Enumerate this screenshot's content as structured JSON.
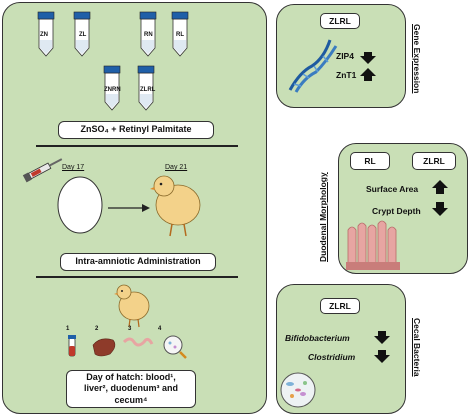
{
  "left": {
    "tubes": [
      "ZN",
      "ZL",
      "RN",
      "RL",
      "ZNRN",
      "ZLRL"
    ],
    "treatment_label": "ZnSO₄ + Retinyl Palmitate",
    "day17": "Day 17",
    "day21": "Day 21",
    "administration_label": "Intra-amniotic Administration",
    "hatch_line1": "Day of hatch: blood¹,",
    "hatch_line2": "liver², duodenum³ and",
    "hatch_line3": "cecum⁴"
  },
  "gene": {
    "title": "Gene Expression",
    "group": "ZLRL",
    "items": [
      {
        "name": "ZIP4",
        "direction": "down"
      },
      {
        "name": "ZnT1",
        "direction": "up"
      }
    ]
  },
  "duodenal": {
    "title": "Duodenal Morphology",
    "groups": [
      "RL",
      "ZLRL"
    ],
    "items": [
      {
        "name": "Surface Area",
        "direction": "up"
      },
      {
        "name": "Crypt Depth",
        "direction": "down"
      }
    ]
  },
  "cecal": {
    "title": "Cecal Bacteria",
    "group": "ZLRL",
    "items": [
      {
        "name": "Bifidobacterium",
        "direction": "down"
      },
      {
        "name": "Clostridium",
        "direction": "down"
      }
    ]
  },
  "colors": {
    "panel_fill": "#c9dfb6",
    "tube_cap": "#1f5fa8",
    "dna": "#1e5aa0",
    "chick": "#f3d28a",
    "villi": "#e7a5a2"
  }
}
